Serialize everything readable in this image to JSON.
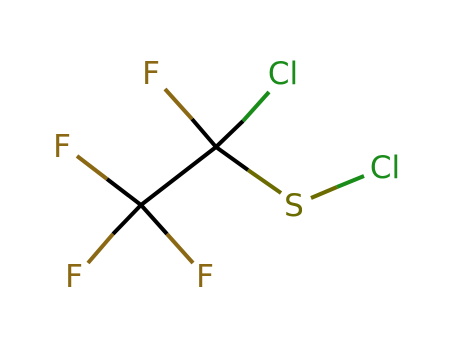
{
  "molecule": {
    "colors": {
      "bond": "#000000",
      "fluorine": "#8B6914",
      "chlorine": "#1A8C1A",
      "sulfur": "#6B6B00"
    },
    "atoms": {
      "f_top": {
        "symbol": "F",
        "element": "fluorine"
      },
      "cl_top": {
        "symbol": "Cl",
        "element": "chlorine"
      },
      "f_left": {
        "symbol": "F",
        "element": "fluorine"
      },
      "s": {
        "symbol": "S",
        "element": "sulfur"
      },
      "cl_right": {
        "symbol": "Cl",
        "element": "chlorine"
      },
      "f_bottom_left": {
        "symbol": "F",
        "element": "fluorine"
      },
      "f_bottom_right": {
        "symbol": "F",
        "element": "fluorine"
      }
    }
  }
}
